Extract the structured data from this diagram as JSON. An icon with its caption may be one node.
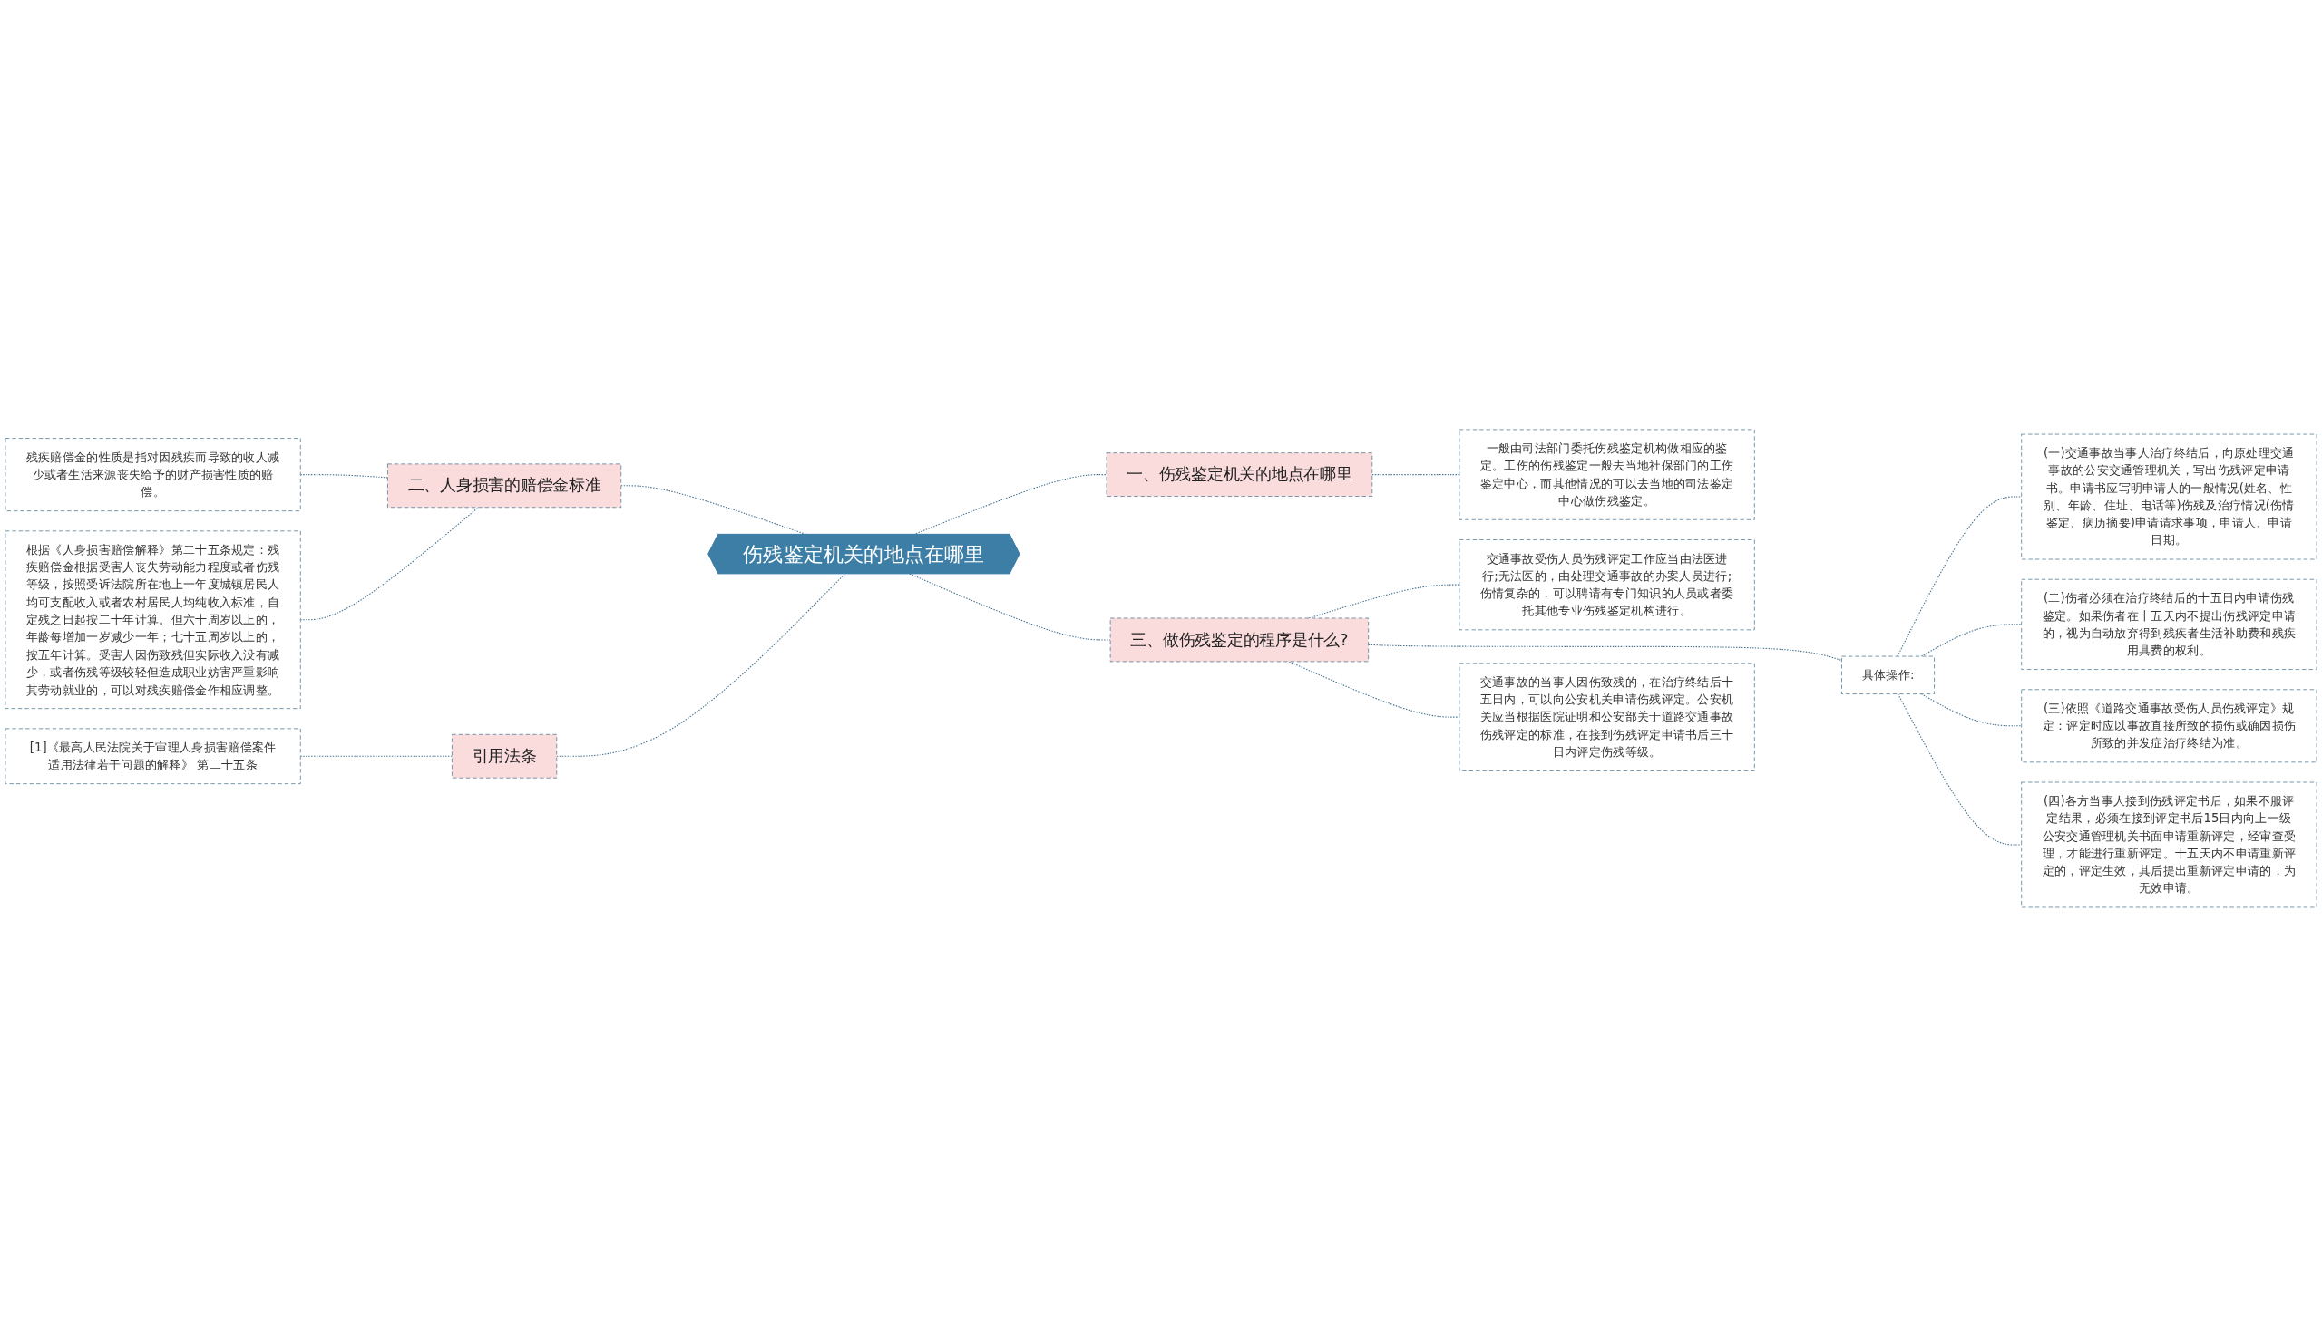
{
  "diagram": {
    "nodes": [
      {
        "text": [
          "伤残鉴定机关的地点在哪里"
        ]
      },
      {
        "text": [
          "一、伤残鉴定机关的地点在哪里"
        ]
      },
      {
        "text": [
          "一般由司法部门委托伤残鉴定机构做相应的鉴定。工伤的伤残鉴定一般去当地社保部门的工伤鉴定中心，而其他情况的可以去当地的司法鉴定中心做伤残鉴定。"
        ]
      },
      {
        "text": [
          "二、人身损害的赔偿金标准"
        ]
      },
      {
        "text": [
          "残疾赔偿金的性质是指对因残疾而导致的收人减少或者生活来源丧失给予的财产损害性质的赔偿。"
        ]
      },
      {
        "text": [
          "根据《人身损害赔偿解释》第二十五条规定：残疾赔偿金根据受害人丧失劳动能力程度或者伤残等级，按照受诉法院所在地上一年度城镇居民人均可支配收入或者农村居民人均纯收入标准，自定残之日起按二十年计算。但六十周岁以上的，年龄每增加一岁减少一年；七十五周岁以上的，按五年计算。受害人因伤致残但实际收入没有减少，或者伤残等级较轻但造成职业妨害严重影响其劳动就业的，可以对残疾赔偿金作相应调整。"
        ]
      },
      {
        "text": [
          "引用法条"
        ]
      },
      {
        "text": [
          "[1]《最高人民法院关于审理人身损害赔偿案件适用法律若干问题的解释》 第二十五条"
        ]
      },
      {
        "text": [
          "三、做伤残鉴定的程序是什么?"
        ]
      },
      {
        "text": [
          "交通事故受伤人员伤残评定工作应当由法医进行;无法医的，由处理交通事故的办案人员进行;伤情复杂的，可以聘请有专门知识的人员或者委托其他专业伤残鉴定机构进行。"
        ]
      },
      {
        "text": [
          "交通事故的当事人因伤致残的，在治疗终结后十五日内，可以向公安机关申请伤残评定。公安机关应当根据医院证明和公安部关于道路交通事故伤残评定的标准，在接到伤残评定申请书后三十日内评定伤残等级。"
        ]
      },
      {
        "text": [
          "具体操作:"
        ]
      },
      {
        "text": [
          "(一)交通事故当事人治疗终结后，向原处理交通事故的公安交通管理机关，写出伤残评定申请书。申请书应写明申请人的一般情况(姓名、性别、年龄、住址、电话等)伤残及治疗情况(伤情鉴定、病历摘要)申请请求事项，申请人、申请日期。"
        ]
      },
      {
        "text": [
          "(二)伤者必须在治疗终结后的十五日内申请伤残鉴定。如果伤者在十五天内不提出伤残评定申请的，视为自动放弃得到残疾者生活补助费和残疾用具费的权利。"
        ]
      },
      {
        "text": [
          "(三)依照《道路交通事故受伤人员伤残评定》规定：评定时应以事故直接所致的损伤或确因损伤所致的并发症治疗终结为准。"
        ]
      },
      {
        "text": [
          "(四)各方当事人接到伤残评定书后，如果不服评定结果，必须在接到评定书后15日内向上一级公安交通管理机关书面申请重新评定，经审查受理，才能进行重新评定。十五天内不申请重新评定的，评定生效，其后提出重新评定申请的，为无效申请。"
        ]
      }
    ],
    "edges": [
      {
        "from": 0,
        "to": 1,
        "arrow": "none",
        "style": "dashed"
      },
      {
        "from": 1,
        "to": 2,
        "arrow": "none",
        "style": "dashed"
      },
      {
        "from": 0,
        "to": 3,
        "arrow": "none",
        "style": "dashed"
      },
      {
        "from": 3,
        "to": 4,
        "arrow": "none",
        "style": "dashed"
      },
      {
        "from": 3,
        "to": 5,
        "arrow": "none",
        "style": "dashed"
      },
      {
        "from": 0,
        "to": 6,
        "arrow": "none",
        "style": "dashed"
      },
      {
        "from": 6,
        "to": 7,
        "arrow": "none",
        "style": "dashed"
      },
      {
        "from": 0,
        "to": 8,
        "arrow": "none",
        "style": "dashed"
      },
      {
        "from": 8,
        "to": 9,
        "arrow": "none",
        "style": "dashed"
      },
      {
        "from": 8,
        "to": 10,
        "arrow": "none",
        "style": "dashed"
      },
      {
        "from": 8,
        "to": 11,
        "arrow": "none",
        "style": "dashed"
      },
      {
        "from": 11,
        "to": 12,
        "arrow": "none",
        "style": "dashed"
      },
      {
        "from": 11,
        "to": 13,
        "arrow": "none",
        "style": "dashed"
      },
      {
        "from": 11,
        "to": 14,
        "arrow": "none",
        "style": "dashed"
      },
      {
        "from": 11,
        "to": 15,
        "arrow": "none",
        "style": "dashed"
      }
    ]
  }
}
